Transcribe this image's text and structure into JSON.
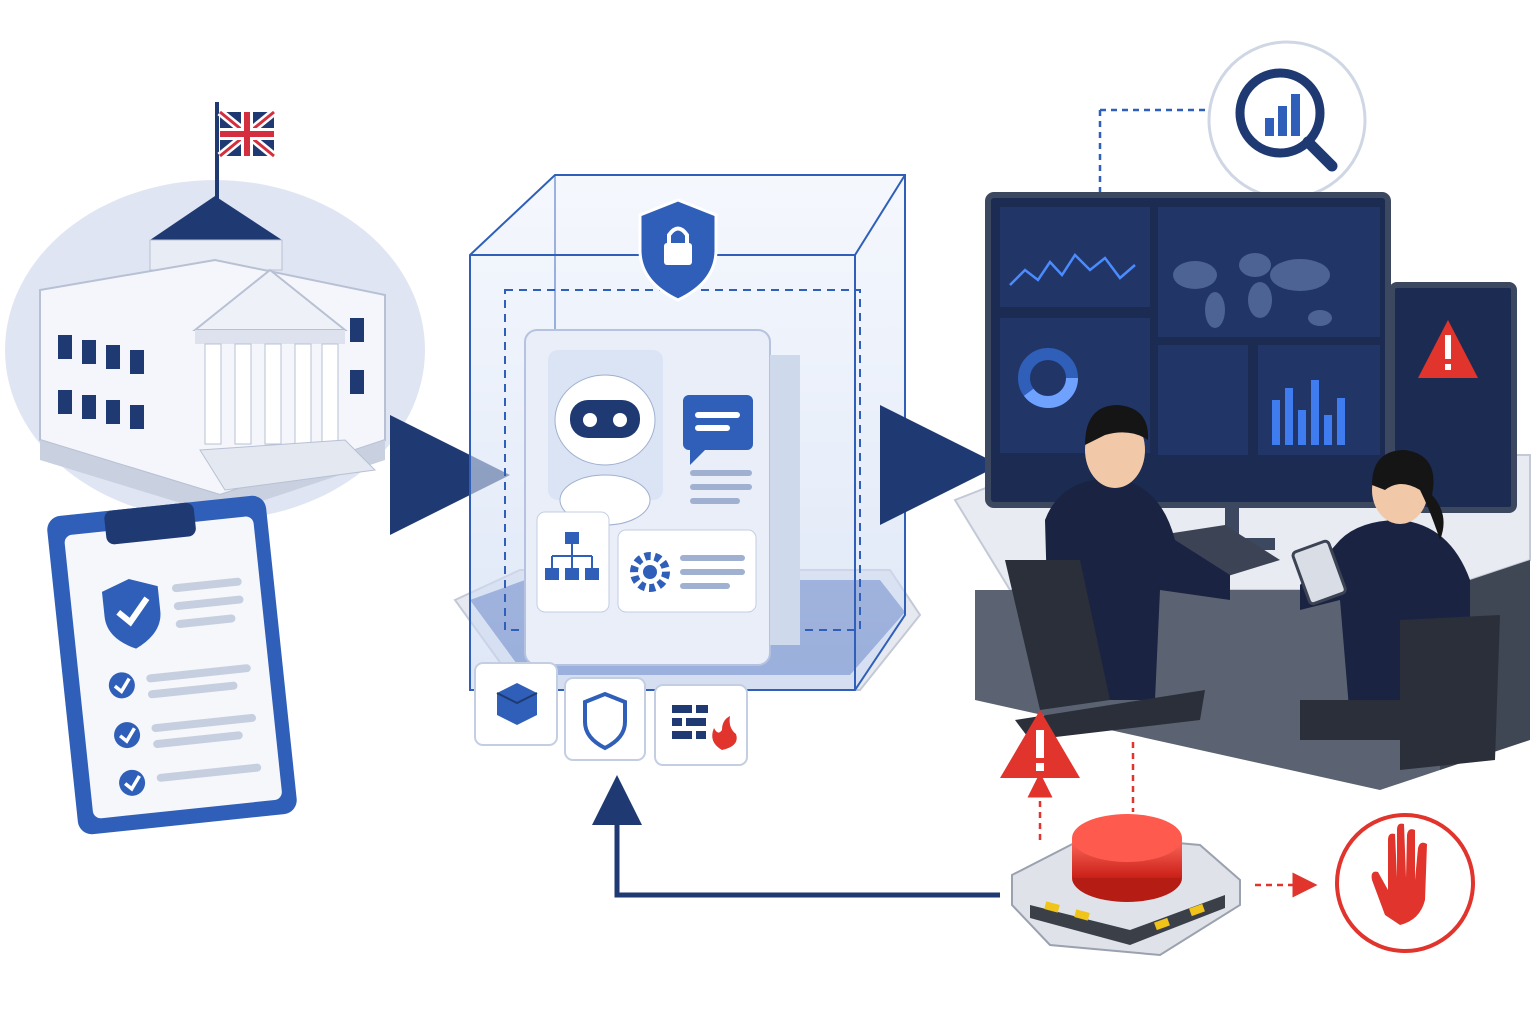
{
  "colors": {
    "navy": "#1f3a73",
    "blue": "#2f5fb8",
    "light_blue": "#dfe8f8",
    "red": "#e0342c",
    "grey": "#d9dde6",
    "screen": "#1b2b52"
  },
  "stages": [
    {
      "name": "government-building",
      "icons": [
        "flag-icon",
        "building-icon"
      ]
    },
    {
      "name": "compliance-checklist",
      "icons": [
        "clipboard-icon",
        "shield-check-icon",
        "checkmark-icon"
      ]
    },
    {
      "name": "sandboxed-ai-system",
      "icons": [
        "shield-lock-icon",
        "robot-icon",
        "chat-bubble-icon",
        "hierarchy-icon",
        "gear-icon"
      ]
    },
    {
      "name": "sandbox-controls",
      "icons": [
        "cube-icon",
        "shield-icon",
        "firewall-icon"
      ]
    },
    {
      "name": "monitoring-room",
      "icons": [
        "monitor-icon",
        "line-chart-icon",
        "world-map-icon",
        "donut-chart-icon",
        "bar-chart-icon",
        "warning-icon",
        "analytics-search-icon"
      ]
    },
    {
      "name": "emergency-stop",
      "icons": [
        "warning-icon",
        "red-button-icon",
        "stop-hand-icon"
      ]
    }
  ],
  "flow": [
    "government-building",
    "sandboxed-ai-system",
    "monitoring-room"
  ],
  "feedback": [
    "emergency-stop",
    "sandboxed-ai-system"
  ]
}
